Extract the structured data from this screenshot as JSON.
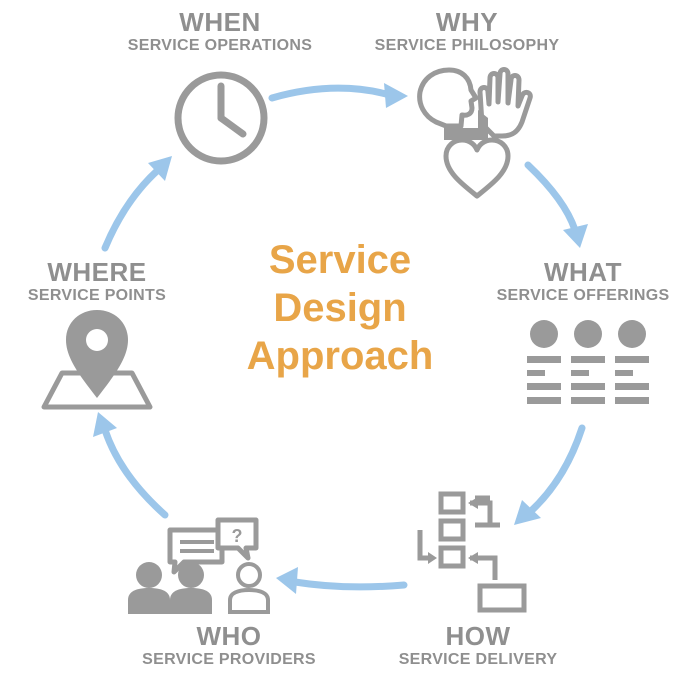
{
  "center": {
    "line1": "Service",
    "line2": "Design",
    "line3": "Approach"
  },
  "nodes": {
    "when": {
      "title": "WHEN",
      "subtitle": "SERVICE OPERATIONS",
      "icon": "clock-icon"
    },
    "why": {
      "title": "WHY",
      "subtitle": "SERVICE PHILOSOPHY",
      "icon": "head-hand-heart-icon"
    },
    "what": {
      "title": "WHAT",
      "subtitle": "SERVICE OFFERINGS",
      "icon": "offerings-list-icon"
    },
    "how": {
      "title": "HOW",
      "subtitle": "SERVICE DELIVERY",
      "icon": "flowchart-icon"
    },
    "who": {
      "title": "WHO",
      "subtitle": "SERVICE PROVIDERS",
      "icon": "people-chat-icon"
    },
    "where": {
      "title": "WHERE",
      "subtitle": "SERVICE POINTS",
      "icon": "map-pin-icon"
    }
  },
  "colors": {
    "text_gray": "#8f8f8f",
    "icon_gray": "#9a9a9a",
    "arrow_blue": "#9cc6ea",
    "accent_orange": "#e8a548"
  }
}
